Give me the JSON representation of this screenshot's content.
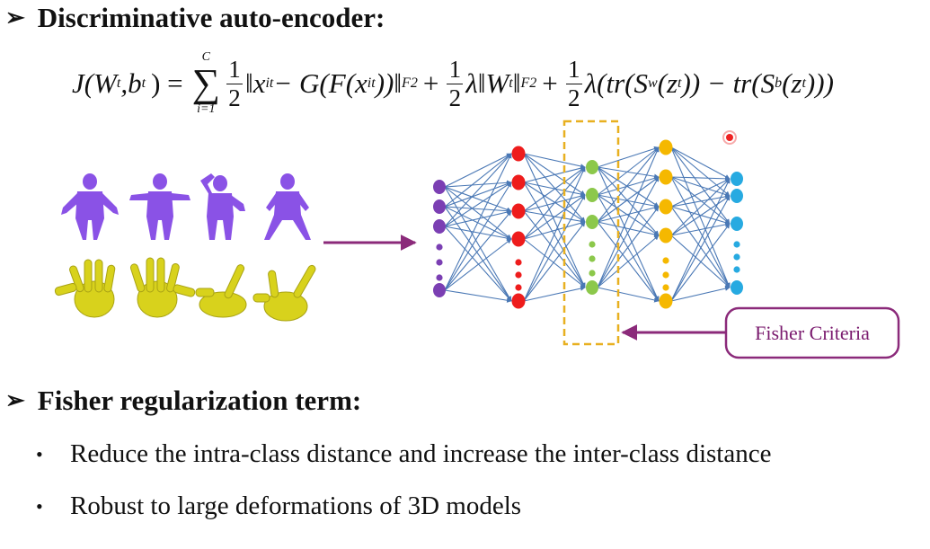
{
  "heading1": "Discriminative auto-encoder:",
  "heading2": "Fisher regularization term:",
  "bullet_glyph": "➢",
  "formula": {
    "lhs": "J(W",
    "t": "t",
    "comma": ",b",
    "close": ") =",
    "sum_top": "C",
    "sum_bottom": "i=1",
    "one": "1",
    "two": "2",
    "term1": "‖x",
    "term1b": " − G(F(x",
    "term1c": "))‖",
    "F": "F",
    "sq": "2",
    "plus": "+",
    "lambda": "λ",
    "term2": "‖W",
    "term2b": "‖",
    "term3": "(tr(S",
    "w": "w",
    "term3b": "(z",
    "term3c": ")) − tr(S",
    "b": "b",
    "term3d": ")))"
  },
  "bullets": [
    "Reduce the intra-class distance and increase the inter-class distance",
    "Robust to large deformations of 3D models"
  ],
  "fisher_label": "Fisher Criteria",
  "colors": {
    "layer1": "#7b3fb3",
    "layer2": "#ee1c1c",
    "layer3": "#8cc84b",
    "layer4": "#f5b800",
    "layer5": "#27aae1",
    "edge": "#4a78b5",
    "arrow": "#8b2a7a",
    "dashed": "#e8b020",
    "body": "#8a52e6",
    "hand": "#d8d21c"
  }
}
